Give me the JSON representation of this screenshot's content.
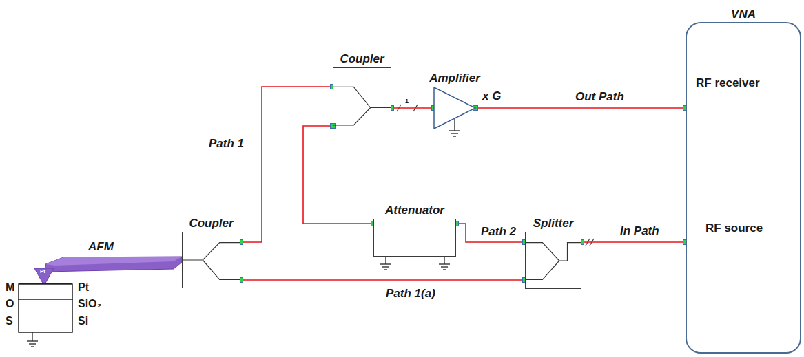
{
  "diagram": {
    "nodes": [
      {
        "text": [
          "Coupler"
        ]
      },
      {
        "text": [
          "Amplifier"
        ]
      },
      {
        "text": [
          "Attenuator"
        ]
      },
      {
        "text": [
          "Splitter"
        ]
      },
      {
        "text": [
          "Coupler"
        ]
      },
      {
        "text": [
          "VNA"
        ]
      }
    ],
    "edges": [
      {
        "from": 4,
        "to": 0,
        "arrow": "none"
      },
      {
        "from": 0,
        "to": 1,
        "arrow": "none"
      },
      {
        "from": 1,
        "to": 5,
        "arrow": "none"
      },
      {
        "from": 0,
        "to": 2,
        "arrow": "none"
      },
      {
        "from": 2,
        "to": 3,
        "arrow": "none"
      },
      {
        "from": 3,
        "to": 4,
        "arrow": "none"
      },
      {
        "from": 3,
        "to": 5,
        "arrow": "none"
      }
    ],
    "labels": [
      "x G",
      "Out Path",
      "RF receiver",
      "RF source",
      "Path 1",
      "Path 2",
      "In Path",
      "Path 1(a)",
      "AFM",
      "Pt",
      "M",
      "O",
      "S",
      "Pt",
      "SiO₂",
      "Si",
      "1"
    ]
  }
}
